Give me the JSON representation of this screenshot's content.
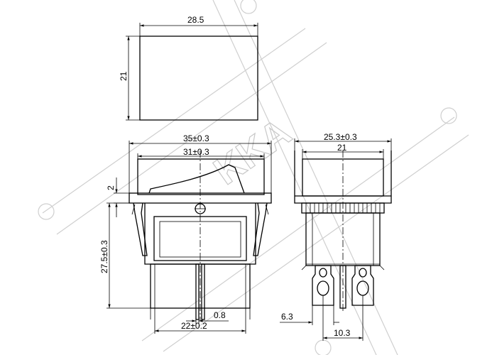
{
  "watermark": {
    "text": "KKA"
  },
  "top_view": {
    "width_label": "28.5",
    "height_label": "21"
  },
  "front_view": {
    "outer_width_label": "35±0.3",
    "inner_width_label": "31±0.3",
    "rocker_offset_label": "2",
    "height_label": "27.5±0.3",
    "terminal_thickness_label": "0.8",
    "terminal_span_label": "22±0.2"
  },
  "side_view": {
    "outer_width_label": "25.3±0.3",
    "inner_width_label": "21",
    "terminal_width_label": "6.3",
    "terminal_pitch_label": "10.3"
  }
}
